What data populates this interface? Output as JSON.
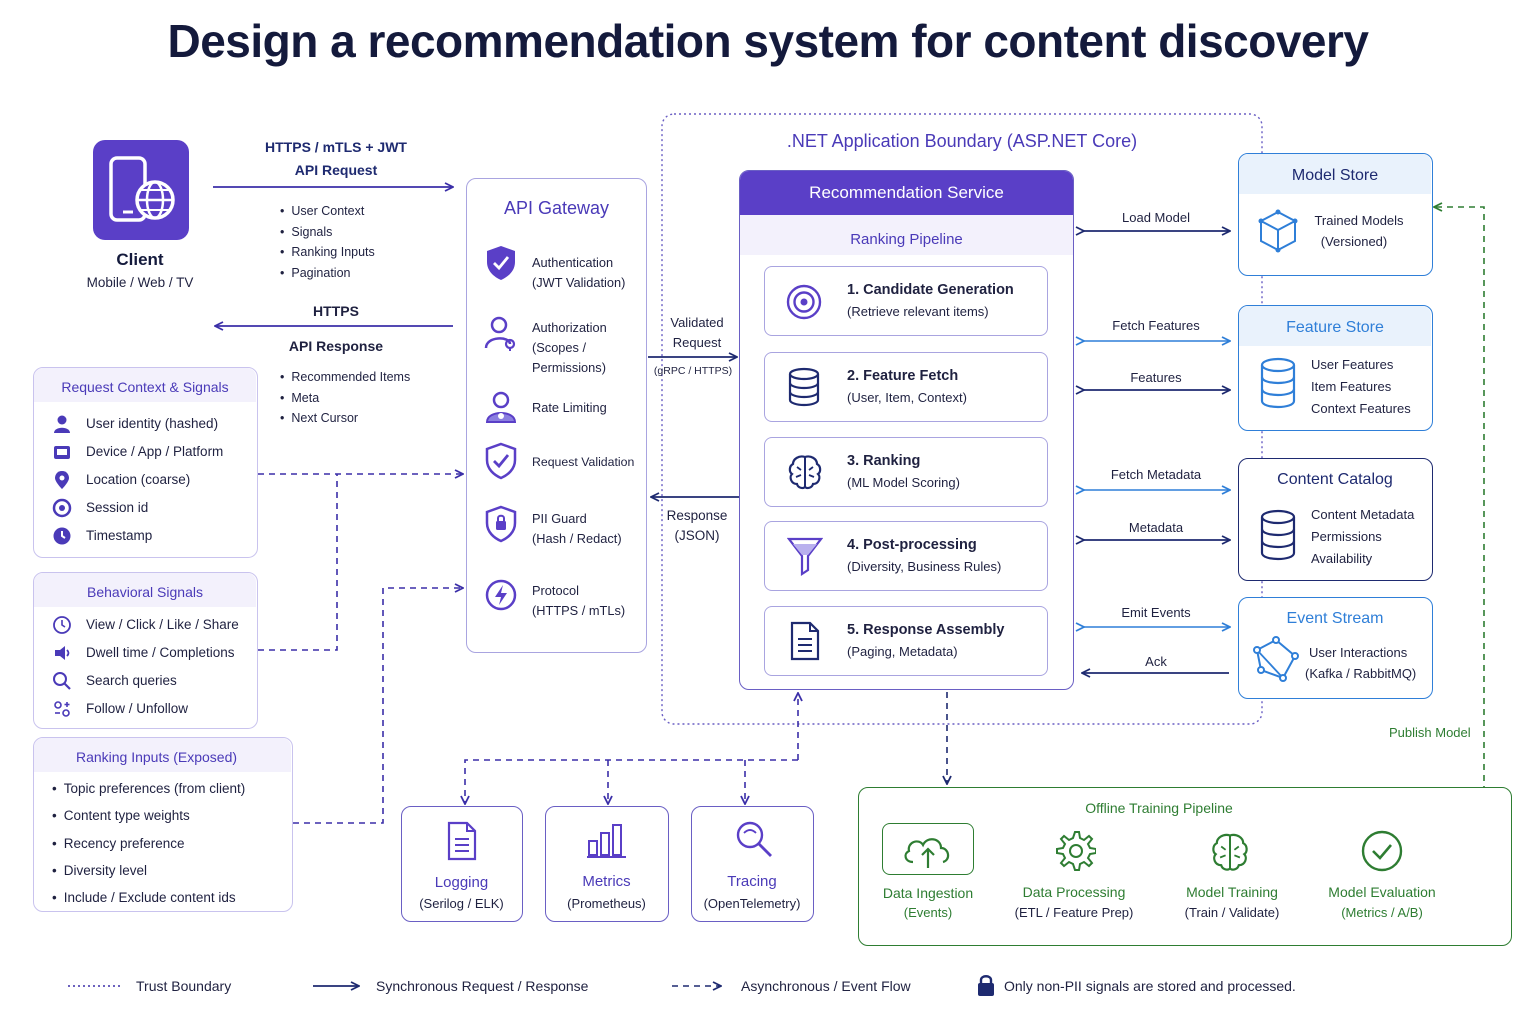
{
  "title": "Design a recommendation system for content discovery",
  "client": {
    "label": "Client",
    "sub": "Mobile / Web / TV"
  },
  "request_arrow": {
    "line1": "HTTPS / mTLS + JWT",
    "line2": "API Request",
    "bullets": [
      "User Context",
      "Signals",
      "Ranking Inputs",
      "Pagination"
    ]
  },
  "response_arrow": {
    "line1": "HTTPS",
    "line2": "API Response",
    "bullets": [
      "Recommended Items",
      "Meta",
      "Next Cursor"
    ]
  },
  "request_context": {
    "title": "Request Context & Signals",
    "items": [
      "User identity (hashed)",
      "Device / App / Platform",
      "Location (coarse)",
      "Session id",
      "Timestamp"
    ]
  },
  "behavioral": {
    "title": "Behavioral Signals",
    "items": [
      "View / Click / Like / Share",
      "Dwell time / Completions",
      "Search queries",
      "Follow / Unfollow"
    ]
  },
  "ranking_inputs": {
    "title": "Ranking Inputs (Exposed)",
    "items": [
      "Topic preferences (from client)",
      "Content type weights",
      "Recency preference",
      "Diversity level",
      "Include / Exclude content ids"
    ]
  },
  "gateway": {
    "title": "API Gateway",
    "items": [
      {
        "l1": "Authentication",
        "l2": "(JWT Validation)"
      },
      {
        "l1": "Authorization",
        "l2": "(Scopes /",
        "l3": "Permissions)"
      },
      {
        "l1": "Rate Limiting"
      },
      {
        "l1": "Request Validation"
      },
      {
        "l1": "PII Guard",
        "l2": "(Hash / Redact)"
      },
      {
        "l1": "Protocol",
        "l2": "(HTTPS / mTLs)"
      }
    ]
  },
  "validated": {
    "l1": "Validated",
    "l2": "Request",
    "l3": "(gRPC / HTTPS)"
  },
  "response": {
    "l1": "Response",
    "l2": "(JSON)"
  },
  "boundary_title": ".NET Application Boundary (ASP.NET Core)",
  "service": {
    "title": "Recommendation Service",
    "pipeline": "Ranking Pipeline",
    "stages": [
      {
        "t1": "1. Candidate Generation",
        "t2": "(Retrieve relevant items)"
      },
      {
        "t1": "2. Feature Fetch",
        "t2": "(User, Item, Context)"
      },
      {
        "t1": "3. Ranking",
        "t2": "(ML Model Scoring)"
      },
      {
        "t1": "4. Post-processing",
        "t2": "(Diversity, Business Rules)"
      },
      {
        "t1": "5. Response Assembly",
        "t2": "(Paging, Metadata)"
      }
    ]
  },
  "links": {
    "load_model": "Load Model",
    "fetch_features": "Fetch Features",
    "features": "Features",
    "fetch_metadata": "Fetch Metadata",
    "metadata": "Metadata",
    "emit_events": "Emit Events",
    "ack": "Ack",
    "publish_model": "Publish Model"
  },
  "model_store": {
    "title": "Model Store",
    "l1": "Trained Models",
    "l2": "(Versioned)"
  },
  "feature_store": {
    "title": "Feature Store",
    "items": [
      "User Features",
      "Item Features",
      "Context Features"
    ]
  },
  "content_catalog": {
    "title": "Content Catalog",
    "items": [
      "Content Metadata",
      "Permissions",
      "Availability"
    ]
  },
  "event_stream": {
    "title": "Event Stream",
    "l1": "User Interactions",
    "l2": "(Kafka / RabbitMQ)"
  },
  "observability": [
    {
      "t": "Logging",
      "s": "(Serilog / ELK)"
    },
    {
      "t": "Metrics",
      "s": "(Prometheus)"
    },
    {
      "t": "Tracing",
      "s": "(OpenTelemetry)"
    }
  ],
  "training": {
    "title": "Offline Training Pipeline",
    "steps": [
      {
        "t": "Data Ingestion",
        "s": "(Events)"
      },
      {
        "t": "Data Processing",
        "s": "(ETL / Feature Prep)"
      },
      {
        "t": "Model Training",
        "s": "(Train / Validate)"
      },
      {
        "t": "Model Evaluation",
        "s": "(Metrics / A/B)"
      }
    ]
  },
  "legend": {
    "trust": "Trust Boundary",
    "sync": "Synchronous Request / Response",
    "async": "Asynchronous / Event Flow",
    "pii": "Only non-PII signals are stored and processed."
  },
  "colors": {
    "purple": "#5a3fc7",
    "navy": "#1e2a70",
    "blue": "#2f7fd8",
    "green": "#2e7d32",
    "border_lilac": "#c9c3ee"
  }
}
